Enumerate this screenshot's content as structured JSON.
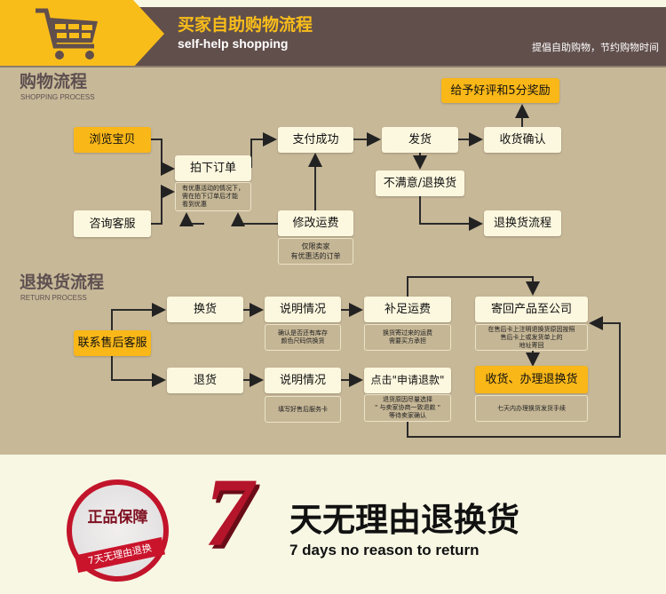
{
  "header": {
    "title": "买家自助购物流程",
    "subtitle": "self-help shopping",
    "slogan": "提倡自助购物，节约购物时间"
  },
  "shopping": {
    "title": "购物流程",
    "title_en": "SHOPPING PROCESS",
    "browse": "浏览宝贝",
    "order": "拍下订单",
    "order_note": "有优惠活动的情况下，\n需在拍下订单后才能\n看到优惠",
    "consult": "咨询客服",
    "paid": "支付成功",
    "modify": "修改运费",
    "modify_note": "仅限卖家\n有优惠活的订单",
    "ship": "发货",
    "unsatisfied": "不满意/退换货",
    "confirm": "收货确认",
    "review": "给予好评和5分奖励",
    "return_flow": "退换货流程"
  },
  "returns": {
    "title": "退换货流程",
    "title_en": "RETURN PROCESS",
    "contact": "联系售后客服",
    "exchange": "换货",
    "refund": "退货",
    "explain1": "说明情况",
    "explain1_note": "确认是否还有库存\n颜色尺码供换货",
    "explain2": "说明情况",
    "explain2_note": "填写好售后服务卡",
    "freight": "补足运费",
    "freight_note": "换货寄过来的运费\n需要买方承担",
    "apply": "点击\"申请退款\"",
    "apply_note": "退货原因尽量选择\n\" 与卖家协商一致退款 \"\n等待卖家确认",
    "send_back": "寄回产品至公司",
    "send_back_note": "在售后卡上注明退换货原因按照\n售后卡上或发货单上的\n地址寄回",
    "receive": "收货、办理退换货",
    "receive_note": "七天内办理换货发货手续"
  },
  "promo": {
    "badge": "正品保障",
    "ribbon": "7天无理由退换",
    "seven": "7",
    "headline": "天无理由退换货",
    "headline_en": "7 days no reason to return"
  },
  "colors": {
    "yellow": "#f9b718",
    "brown": "#614f4c",
    "tan": "#c7b898",
    "red": "#c2142a"
  }
}
